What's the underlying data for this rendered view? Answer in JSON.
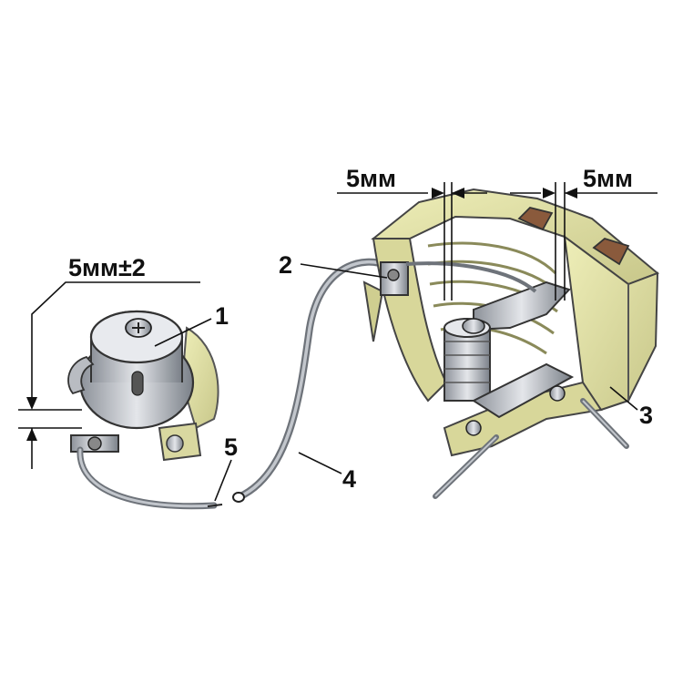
{
  "dimensions": {
    "left": "5мм±2",
    "top_a": "5мм",
    "top_b": "5мм"
  },
  "callouts": {
    "c1": "1",
    "c2": "2",
    "c3": "3",
    "c4": "4",
    "c5": "5"
  },
  "colors": {
    "housing": "#e3e2a4",
    "housing_shadow": "#b9b878",
    "metal": "#c9ccd1",
    "metal_dark": "#7f858d",
    "brush": "#8a5a3c",
    "wire": "#9ea3aa",
    "ink": "#111111"
  }
}
